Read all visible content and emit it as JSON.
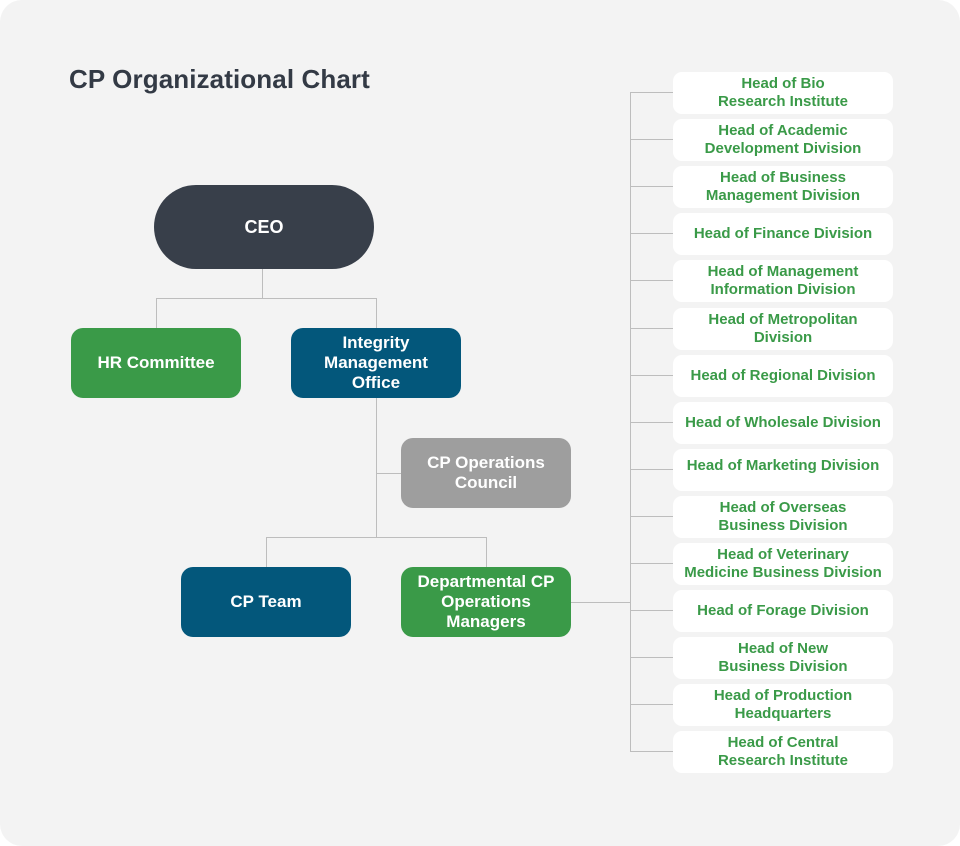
{
  "title": "CP Organizational Chart",
  "colors": {
    "background": "#f3f3f3",
    "ceo": "#383f4a",
    "blue": "#03577b",
    "green": "#3a9a48",
    "gray": "#9e9e9e",
    "head_text": "#3a9a48",
    "connector": "#bdbdbd"
  },
  "nodes": {
    "ceo": "CEO",
    "hr_committee": "HR Committee",
    "integrity_office": "Integrity\nManagement\nOffice",
    "operations_council": "CP Operations\nCouncil",
    "cp_team": "CP Team",
    "departmental_managers": "Departmental CP\nOperations\nManagers"
  },
  "division_heads": [
    "Head of Bio\nResearch Institute",
    "Head of Academic\nDevelopment Division",
    "Head of Business\nManagement Division",
    "Head of Finance Division",
    "Head of Management\nInformation Division",
    "Head of Metropolitan\nDivision",
    "Head of Regional Division",
    "Head of Wholesale Division",
    "Head of Marketing Division",
    "Head of Overseas\nBusiness Division",
    "Head of Veterinary\nMedicine Business Division",
    "Head of Forage Division",
    "Head of New\nBusiness Division",
    "Head of Production\nHeadquarters",
    "Head of Central\nResearch Institute"
  ]
}
